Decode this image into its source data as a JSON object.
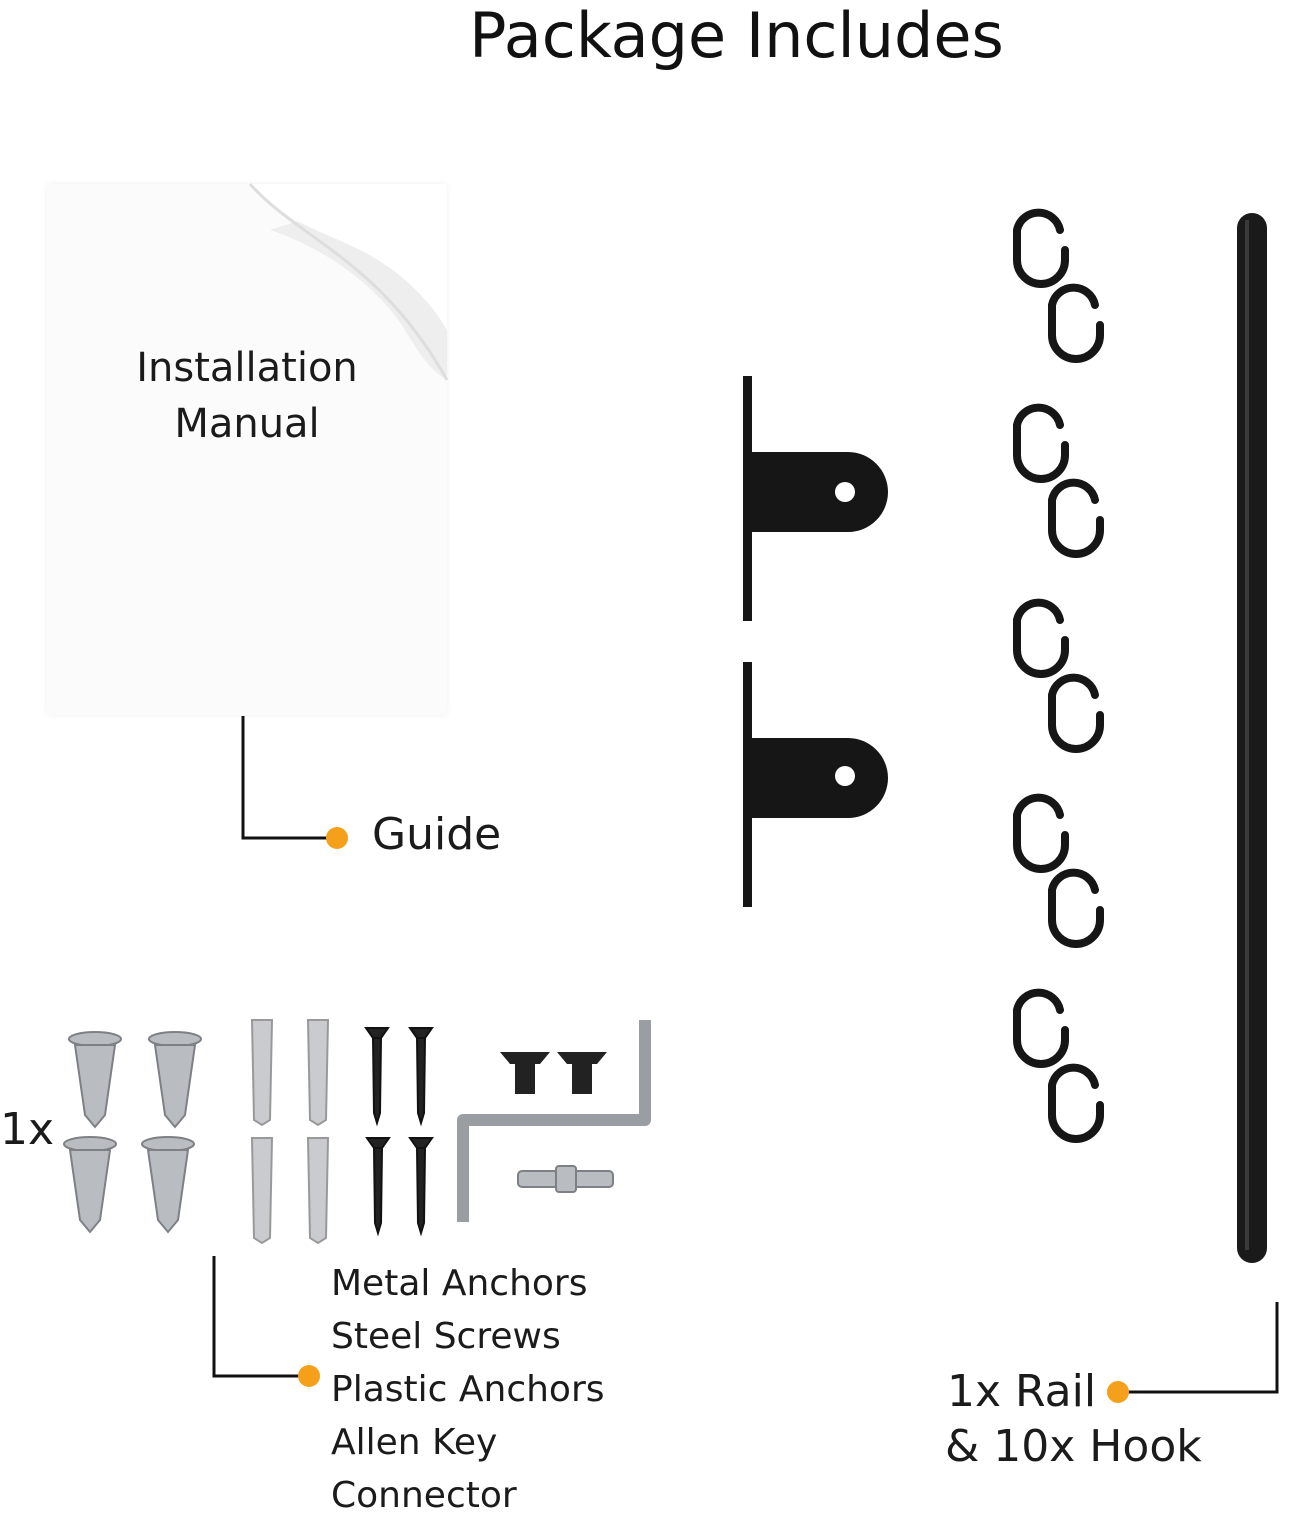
{
  "title": "Package Includes",
  "manual": {
    "line1": "Installation",
    "line2": "Manual"
  },
  "labels": {
    "guide": "Guide",
    "qty_kit": "1x",
    "rail_line1": "1x Rail",
    "rail_line2": "& 10x Hook"
  },
  "hardware_list": [
    "Metal Anchors",
    "Steel Screws",
    "Plastic Anchors",
    "Allen Key",
    "Connector"
  ],
  "colors": {
    "accent": "#f5a01a",
    "metal": "#b9bcc0",
    "black": "#161616"
  }
}
